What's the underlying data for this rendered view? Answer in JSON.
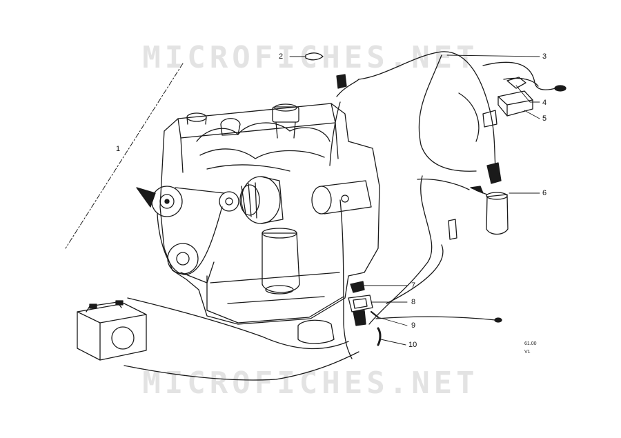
{
  "watermark": "MICROFICHES.NET",
  "callouts": [
    {
      "label": "1",
      "name": "callout-1"
    },
    {
      "label": "2",
      "name": "callout-2"
    },
    {
      "label": "3",
      "name": "callout-3"
    },
    {
      "label": "4",
      "name": "callout-4"
    },
    {
      "label": "5",
      "name": "callout-5"
    },
    {
      "label": "6",
      "name": "callout-6"
    },
    {
      "label": "7",
      "name": "callout-7"
    },
    {
      "label": "8",
      "name": "callout-8"
    },
    {
      "label": "9",
      "name": "callout-9"
    },
    {
      "label": "10",
      "name": "callout-10"
    }
  ],
  "figure_code": {
    "line1": "61.00",
    "line2": "V1"
  },
  "colors": {
    "ink": "#1a1a1a",
    "watermark": "#e3e3e3",
    "background": "#ffffff"
  }
}
